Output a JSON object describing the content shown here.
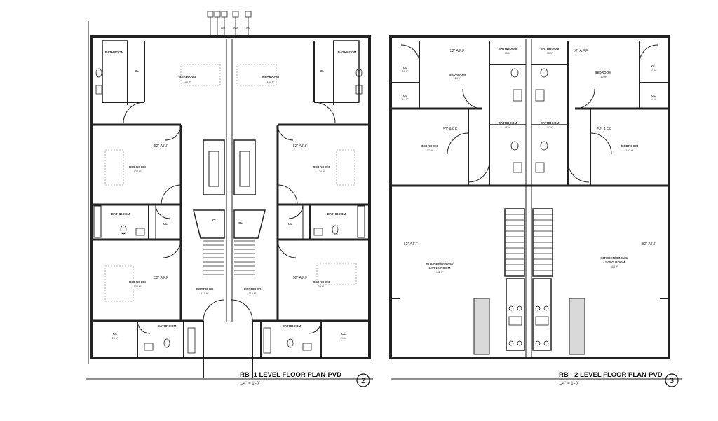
{
  "plan1": {
    "title": "RB -1 LEVEL FLOOR PLAN-PVD",
    "scale": "1/4\" = 1'-0\"",
    "number": "2",
    "rooms": {
      "bath_tl": "BATHROOM",
      "cl_tl": "CL",
      "bed_tl": "BEDROOM",
      "bed_tl_area": "140 ft²",
      "bath_tr": "BATHROOM",
      "cl_tr": "CL",
      "bed_tr": "BEDROOM",
      "bed_tr_area": "140 ft²",
      "bed_ml": "BEDROOM",
      "bed_ml_area": "120 ft²",
      "bed_mr": "BEDROOM",
      "bed_mr_area": "120 ft²",
      "bath_ml": "BATHROOM",
      "cl_ml": "CL",
      "bath_mr": "BATHROOM",
      "cl_mr": "CL",
      "cl_c1": "CL",
      "cl_c2": "CL",
      "bed_bl": "BEDROOM",
      "bed_bl_area": "137 ft²",
      "bed_br": "BEDROOM",
      "bed_br_area": "39 ft²",
      "corr_l": "CORRIDOR",
      "corr_l_area": "119 ft²",
      "corr_r": "CORRIDOR",
      "corr_r_area": "116 ft²",
      "cl_bl": "CL",
      "cl_bl_area": "29 ft²",
      "cl_br": "CL",
      "cl_br_area": "29 ft²",
      "bath_bl": "BATHROOM",
      "bath_br": "BATHROOM"
    },
    "aff1": "52\" A.F.F",
    "aff2": "52\" A.F.F",
    "aff3": "52\" A.F.F",
    "aff4": "52\" A.F.F"
  },
  "plan2": {
    "title": "RB - 2 LEVEL FLOOR PLAN-PVD",
    "scale": "1/4\" = 1'-0\"",
    "number": "3",
    "rooms": {
      "cl_tl": "CL",
      "cl_tl_area": "21 ft²",
      "cl_tl2": "CL",
      "cl_tl2_area": "14 ft²",
      "bed_tl": "BEDROOM",
      "bed_tl_area": "114 ft²",
      "bath_tl": "BATHROOM",
      "bath_tl_area": "45 ft²",
      "bath_tr": "BATHROOM",
      "bath_tr_area": "45 ft²",
      "bed_tr": "BEDROOM",
      "bed_tr_area": "112 ft²",
      "cl_tr": "CL",
      "cl_tr_area": "20 ft²",
      "cl_tr2": "CL",
      "cl_tr2_area": "14 ft²",
      "bath_ml": "BATHROOM",
      "bath_ml_area": "47 ft²",
      "bath_mr": "BATHROOM",
      "bath_mr_area": "47 ft²",
      "bed_ml": "BEDROOM",
      "bed_ml_area": "107 ft²",
      "bed_mr": "BEDROOM",
      "bed_mr_area": "107 ft²",
      "kit_l": "KITCHEN/DINING/",
      "kit_l2": "LIVING ROOM",
      "kit_l_area": "462 ft²",
      "kit_r": "KITCHEN/DINING/",
      "kit_r2": "LIVING ROOM",
      "kit_r_area": "463 ft²"
    },
    "aff1": "52\" A.F.F",
    "aff2": "52\" A.F.F",
    "aff3": "52\" A.F.F",
    "aff4": "52\" A.F.F",
    "aff5": "52\" A.F.F",
    "aff6": "52\" A.F.F"
  },
  "meter_tags": [
    "WM",
    "WM",
    "WM"
  ]
}
